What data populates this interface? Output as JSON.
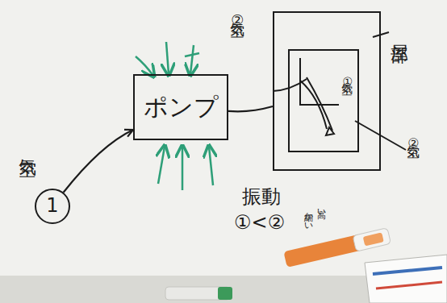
{
  "diagram": {
    "nodes": [
      {
        "text": [
          "空気",
          "1"
        ]
      },
      {
        "text": [
          "ポンプ"
        ]
      },
      {
        "text": [
          "部屋"
        ]
      },
      {
        "text": [
          "空気①"
        ],
        "in": 2
      }
    ],
    "edges": [
      {
        "from": 0,
        "to": 1,
        "arrow": "to"
      },
      {
        "from": 1,
        "to": 2,
        "arrow": "none",
        "label": "空気②"
      }
    ],
    "labels": [
      "空気②",
      "振動",
      "①<②",
      "細かい",
      "高い"
    ]
  }
}
